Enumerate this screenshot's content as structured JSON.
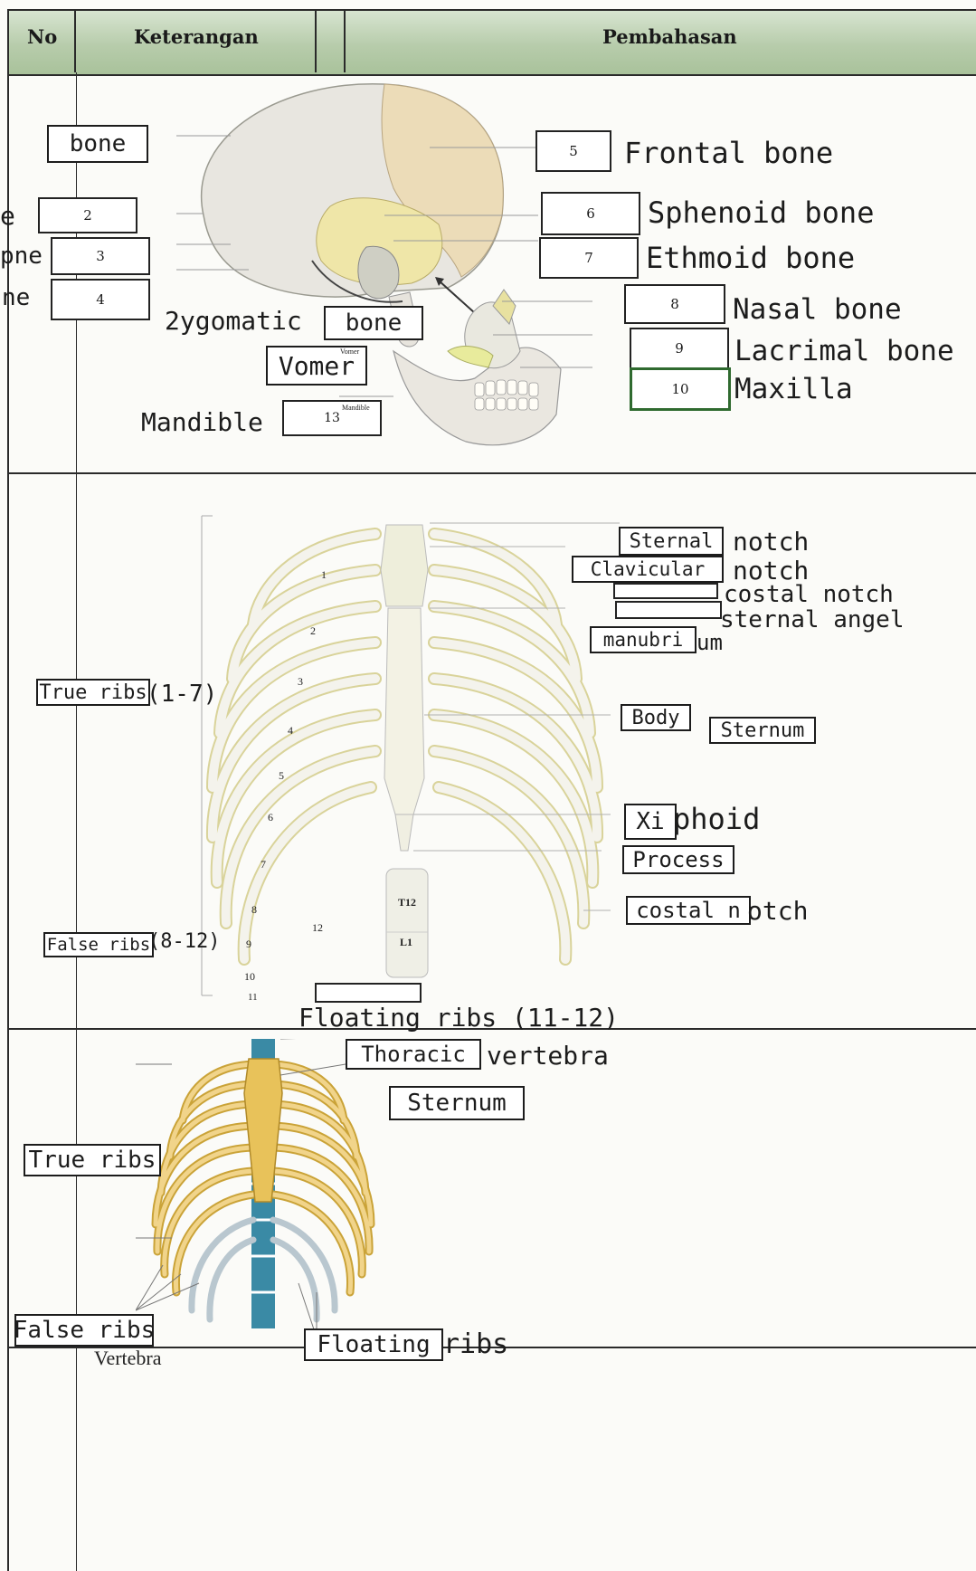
{
  "header": {
    "no": "No",
    "keterangan": "Keterangan",
    "pembahasan": "Pembahasan"
  },
  "skull": {
    "left_labels": [
      {
        "box": "bone",
        "hw_left": ""
      },
      {
        "box": "2",
        "hw_left": "e"
      },
      {
        "box": "3",
        "hw_left": "pne"
      },
      {
        "box": "4",
        "hw_left": "ne"
      }
    ],
    "zygomatic_hw": "2ygomatic",
    "zygomatic_box": "bone",
    "vomer_box": "Vomer",
    "vomer_small": "Vomer",
    "mandible_hw": "Mandible",
    "mandible_box": "13",
    "mandible_small": "Mandible",
    "right_labels": [
      {
        "num": "5",
        "name": "Frontal bone"
      },
      {
        "num": "6",
        "name": "Sphenoid bone"
      },
      {
        "num": "7",
        "name": "Ethmoid bone"
      },
      {
        "num": "8",
        "name": "Nasal bone"
      },
      {
        "num": "9",
        "name": "Lacrimal bone"
      },
      {
        "num": "10",
        "name": "Maxilla"
      }
    ]
  },
  "thorax": {
    "right_labels": [
      {
        "box": "Sternal",
        "hw": "notch"
      },
      {
        "box": "Clavicular",
        "hw": "notch"
      },
      {
        "box": "",
        "hw": "costal notch"
      },
      {
        "box": "",
        "hw": "sternal angel"
      },
      {
        "box": "manubri",
        "hw": "um"
      }
    ],
    "body_box": "Body",
    "sternum_box": "Sternum",
    "xiphoid_box": "Xi",
    "xiphoid_hw": "phoid",
    "process_box": "Process",
    "costal_box": "costal n",
    "costal_hw": "otch",
    "true_ribs_box": "True ribs",
    "true_ribs_hw": "(1-7)",
    "false_ribs_box": "False ribs",
    "false_ribs_hw": "(8-12)",
    "floating_hw": "Floating ribs (11-12)",
    "rib_numbers": [
      "1",
      "2",
      "3",
      "4",
      "5",
      "6",
      "7",
      "8",
      "9",
      "10",
      "11",
      "12"
    ],
    "vertebra_labels": [
      "T12",
      "L1"
    ]
  },
  "ribcage": {
    "thoracic_box": "Thoracic",
    "thoracic_hw": "vertebra",
    "sternum_box": "Sternum",
    "true_ribs_box": "True ribs",
    "false_ribs_box": "False ribs",
    "floating_box": "Floating",
    "floating_hw": "ribs",
    "vertebra_printed": "Vertebra"
  }
}
